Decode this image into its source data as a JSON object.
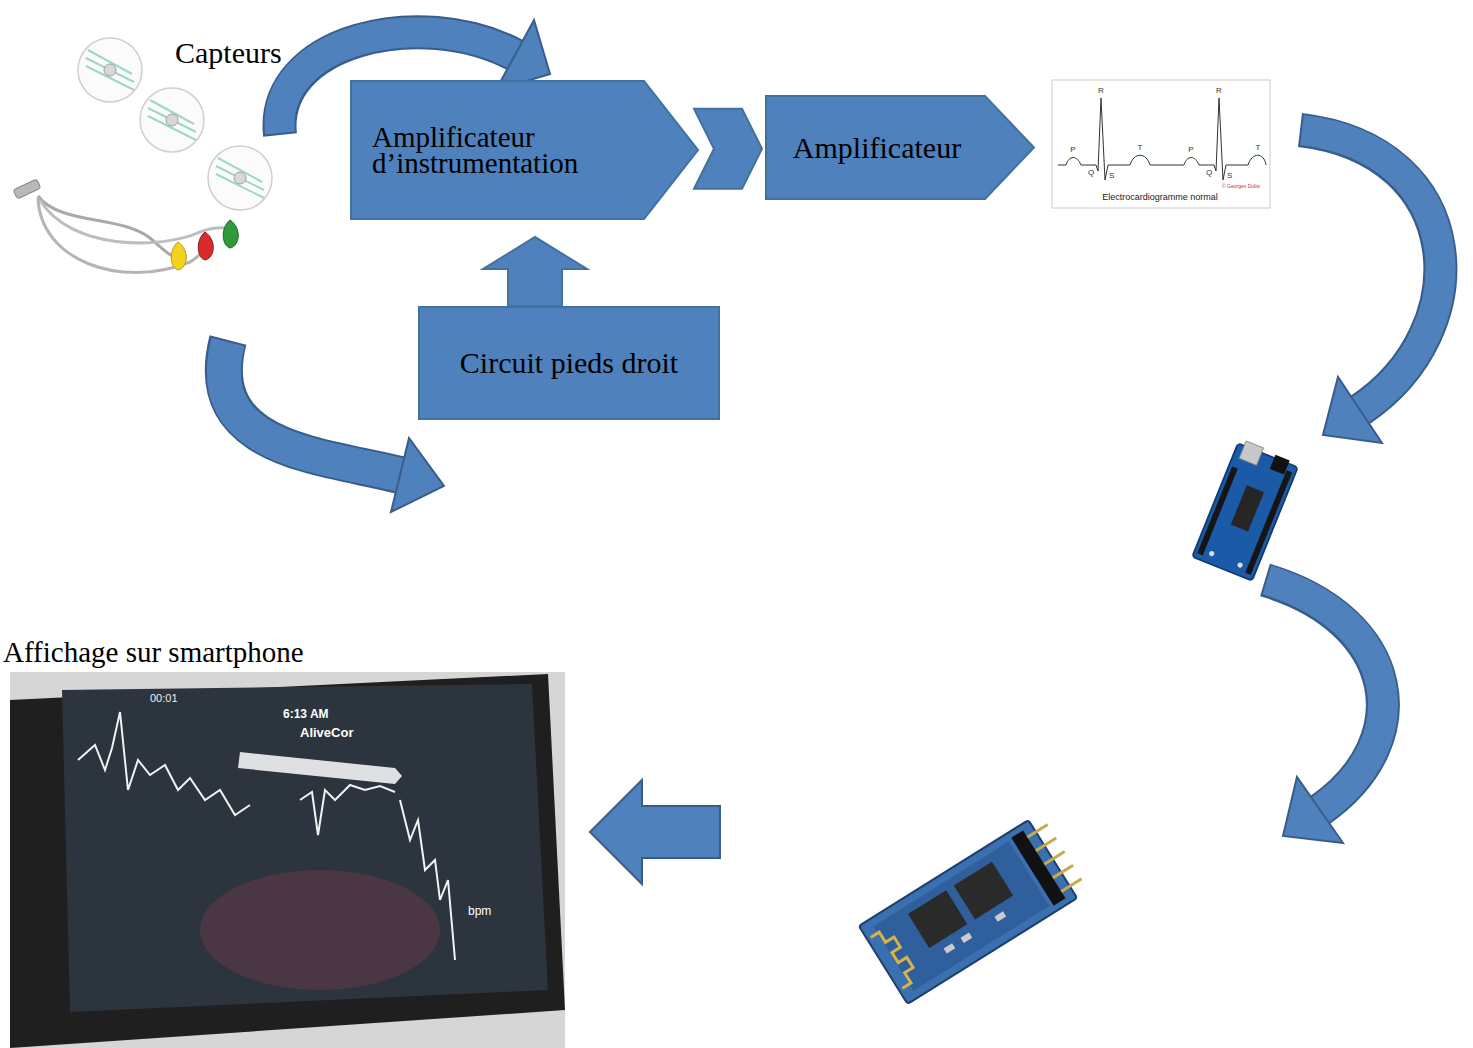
{
  "diagram": {
    "nodes": [
      {
        "text": [
          "Amplificateur d’instrumentation"
        ]
      },
      {
        "text": [
          "Amplificateur"
        ]
      },
      {
        "text": [
          "Circuit pieds droit"
        ]
      }
    ],
    "edges": [
      {
        "from": 0,
        "to": 1,
        "arrow": "to"
      },
      {
        "from": 2,
        "to": 0,
        "arrow": "to"
      }
    ],
    "labels": [
      "Capteurs",
      "P",
      "R",
      "Q",
      "S",
      "T",
      "P",
      "R",
      "Q",
      "S",
      "T",
      "Electrocardiogramme normal",
      "© Georges Dolisi",
      "Affichage sur smartphone",
      "00:01",
      "6:13 AM",
      "AliveCor",
      "bpm"
    ]
  }
}
